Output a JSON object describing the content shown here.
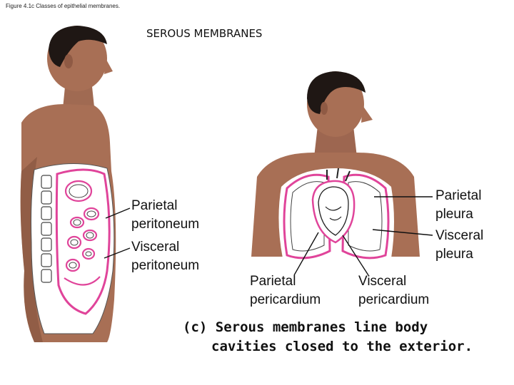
{
  "figure_caption": "Figure 4.1c Classes of epithelial membranes.",
  "heading": "SEROUS MEMBRANES",
  "labels": {
    "parietal_peritoneum": [
      "Parietal",
      "peritoneum"
    ],
    "visceral_peritoneum": [
      "Visceral",
      "peritoneum"
    ],
    "parietal_pleura": [
      "Parietal",
      "pleura"
    ],
    "visceral_pleura": [
      "Visceral",
      "pleura"
    ],
    "parietal_pericardium": [
      "Parietal",
      "pericardium"
    ],
    "visceral_pericardium": [
      "Visceral",
      "pericardium"
    ]
  },
  "caption": [
    "(c) Serous membranes line body",
    "cavities closed to the exterior."
  ],
  "colors": {
    "skin": "#a86f55",
    "skin_dark": "#6e4330",
    "hair": "#1f1714",
    "membrane": "#e0449a",
    "line": "#111111"
  }
}
